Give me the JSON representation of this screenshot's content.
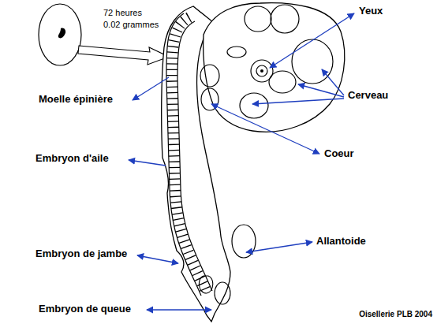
{
  "diagram": {
    "labels": [
      "72 heures",
      "0.02 grammes",
      "Yeux",
      "Moelle épinière",
      "Cerveau",
      "Coeur",
      "Embryon d'aile",
      "Allantoide",
      "Embryon de jambe",
      "Embryon de queue",
      "Oisellerie PLB 2004"
    ]
  }
}
